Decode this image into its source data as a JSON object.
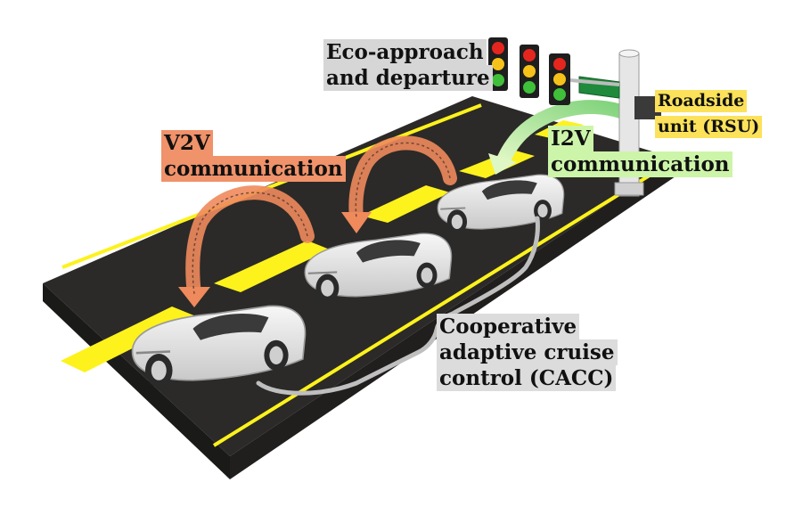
{
  "labels": {
    "eco": {
      "line1": "Eco-approach",
      "line2": "and departure"
    },
    "v2v": {
      "line1": "V2V",
      "line2": "communication"
    },
    "i2v": {
      "line1": "I2V",
      "line2": "communication"
    },
    "rsu": {
      "line1": "Roadside",
      "line2": "unit (RSU)"
    },
    "cacc": {
      "line1": "Cooperative",
      "line2": "adaptive cruise",
      "line3": "control (CACC)"
    }
  },
  "colors": {
    "road": "#2b2a28",
    "road_edge": "#1a1a18",
    "lane_yellow": "#fdf21c",
    "v2v_arrow": "#ef8a5c",
    "i2v_arrow": "#c9f39f",
    "rsu_highlight": "#fbe25a",
    "eco_highlight": "#d6d6d6",
    "car_body": "#e9e9e9",
    "sign_green": "#1f8a3c",
    "bracket": "#bfbfbf"
  },
  "icons": {
    "car": "convertible-car-icon",
    "traffic_light": "traffic-light-icon",
    "pole": "rsu-pole-icon",
    "street_sign": "street-sign-icon"
  }
}
